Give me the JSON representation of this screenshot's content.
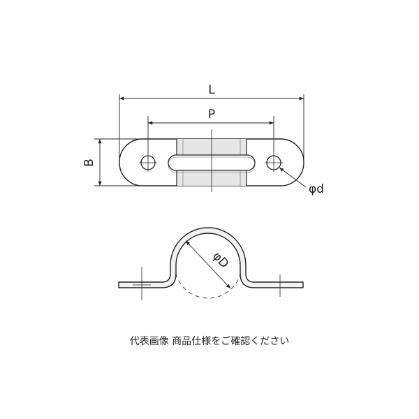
{
  "dimensions": {
    "length_label": "L",
    "pitch_label": "P",
    "width_label": "B",
    "hole_diameter_label": "φd",
    "pipe_diameter_label": "φD"
  },
  "caption": "代表画像 商品仕様をご確認ください"
}
